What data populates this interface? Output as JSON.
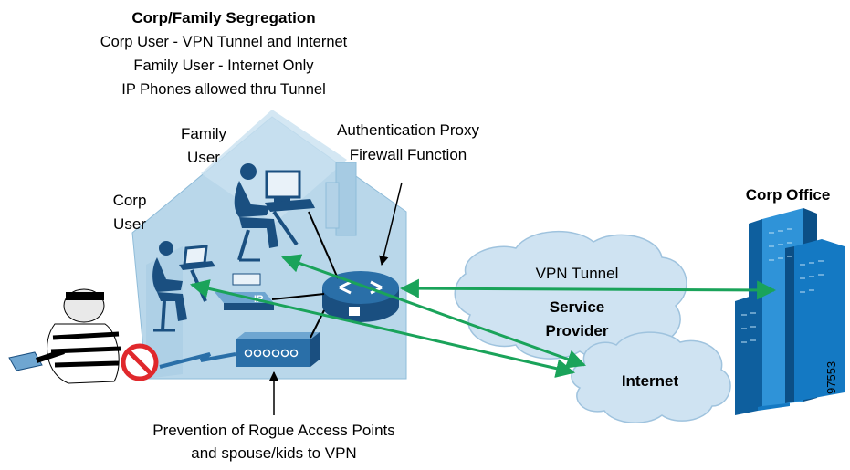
{
  "header": {
    "title": "Corp/Family Segregation",
    "lines": [
      "Corp User - VPN Tunnel and Internet",
      "Family User - Internet Only",
      "IP Phones allowed thru Tunnel"
    ]
  },
  "labels": {
    "family_user": [
      "Family",
      "User"
    ],
    "corp_user": [
      "Corp",
      "User"
    ],
    "auth_proxy": [
      "Authentication Proxy",
      "Firewall Function"
    ],
    "corp_office": "Corp Office",
    "vpn_tunnel": "VPN Tunnel",
    "service_provider": [
      "Service",
      "Provider"
    ],
    "internet": "Internet",
    "rogue_ap": [
      "Prevention of Rogue Access Points",
      "and spouse/kids to VPN"
    ],
    "phone_tag": "IP",
    "doc_id": "97553"
  },
  "colors": {
    "house": "#b9d7ea",
    "house_dark": "#8fbcd9",
    "cloud": "#cfe3f2",
    "building": "#1479c3",
    "building_light": "#2f93d8",
    "arrow_green": "#1aa35a",
    "router": "#2a6fa8",
    "prohibit": "#e0282c",
    "figure": "#1a4f80"
  },
  "icons": {
    "router": "router-icon",
    "phone": "ip-phone-icon",
    "access_point": "access-point-icon",
    "hacker": "hacker-icon",
    "prohibit": "prohibited-icon",
    "building": "office-building-icon",
    "family_user": "family-user-icon",
    "corp_user": "corp-user-icon"
  }
}
